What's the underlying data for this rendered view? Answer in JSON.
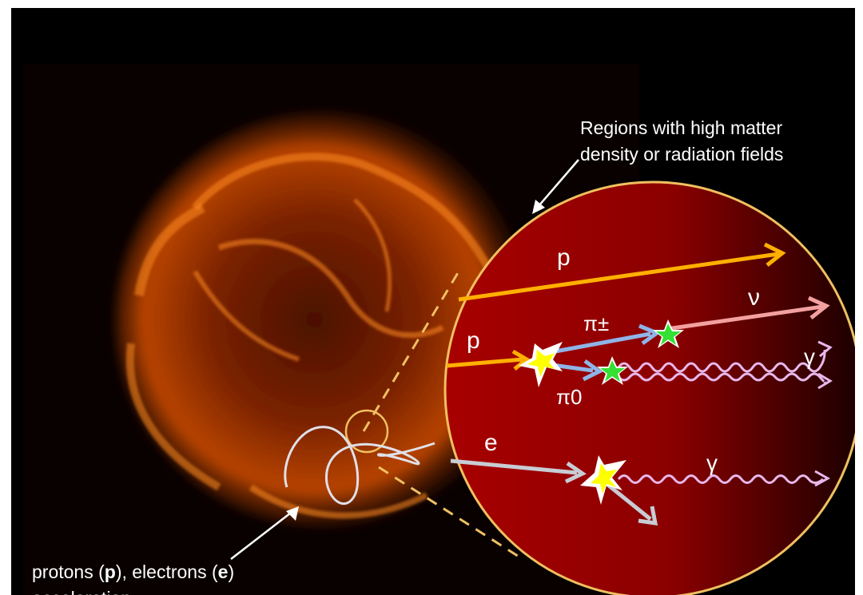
{
  "annotations": {
    "regions_line1": "Regions with high matter",
    "regions_line2": "density or radiation fields",
    "accel_prefix": "protons (",
    "accel_p": "p",
    "accel_mid": "), electrons (",
    "accel_e": "e",
    "accel_suffix": ")",
    "accel_line2": "acceleration"
  },
  "particles": {
    "proton_top": "p",
    "proton_left": "p",
    "pion_charged": "π±",
    "pion_neutral": "π0",
    "neutrino": "ν",
    "gamma_upper": "γ",
    "electron": "e",
    "gamma_lower": "γ"
  },
  "colors": {
    "proton": "#ffb000",
    "pion": "#8fb4e8",
    "neutrino": "#f3a0a0",
    "gamma": "#e8b8ec",
    "electron": "#c8ccd4",
    "interaction_star": "#ffff00",
    "decay_star": "#33e033",
    "circle_outline": "#f0c060"
  },
  "icons": {
    "interaction": "star-burst-icon",
    "decay": "green-star-icon"
  }
}
